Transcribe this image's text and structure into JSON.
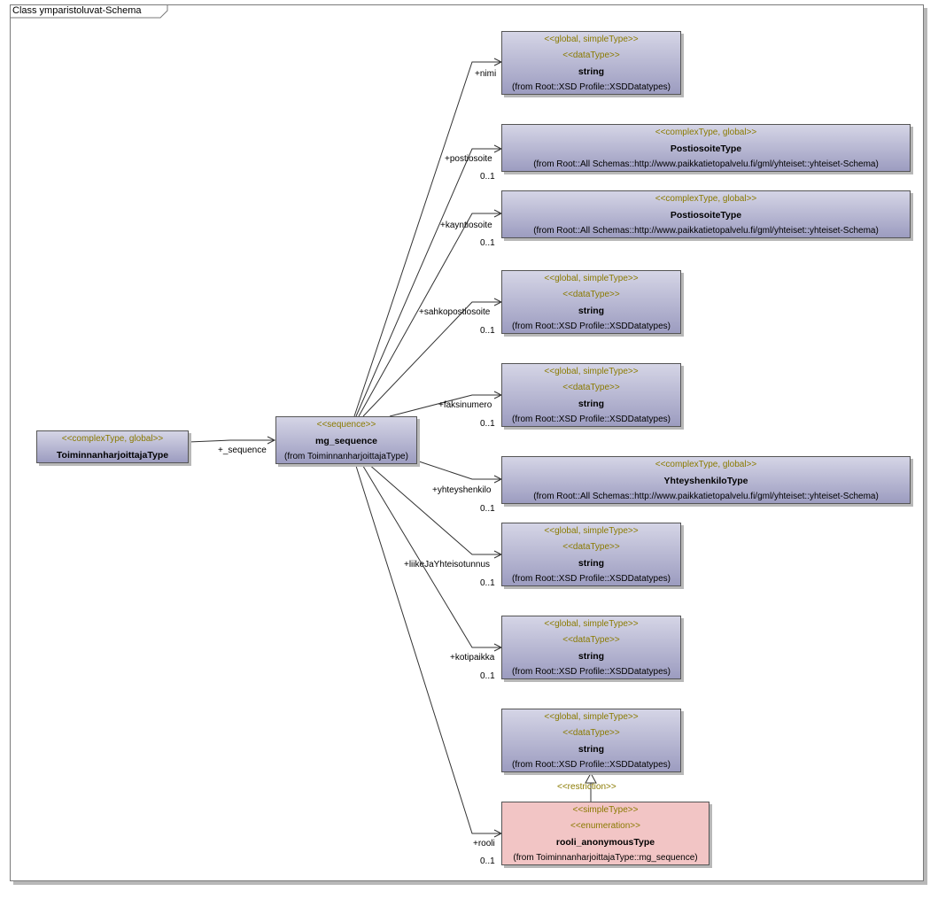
{
  "frame_title": "Class ymparistoluvat-Schema",
  "source": {
    "stereotype": "<<complexType, global>>",
    "name": "ToiminnanharjoittajaType"
  },
  "source_role": "+_sequence",
  "sequence": {
    "stereotype": "<<sequence>>",
    "name": "mg_sequence",
    "from": "(from ToiminnanharjoittajaType)"
  },
  "targets": [
    {
      "stereotypes": [
        "<<global, simpleType>>",
        "<<dataType>>"
      ],
      "name": "string",
      "from": "(from Root::XSD Profile::XSDDatatypes)",
      "role": "+nimi",
      "multiplicity": ""
    },
    {
      "stereotypes": [
        "<<complexType, global>>"
      ],
      "name": "PostiosoiteType",
      "from": "(from Root::All Schemas::http://www.paikkatietopalvelu.fi/gml/yhteiset::yhteiset-Schema)",
      "role": "+postiosoite",
      "multiplicity": "0..1"
    },
    {
      "stereotypes": [
        "<<complexType, global>>"
      ],
      "name": "PostiosoiteType",
      "from": "(from Root::All Schemas::http://www.paikkatietopalvelu.fi/gml/yhteiset::yhteiset-Schema)",
      "role": "+kayntiosoite",
      "multiplicity": "0..1"
    },
    {
      "stereotypes": [
        "<<global, simpleType>>",
        "<<dataType>>"
      ],
      "name": "string",
      "from": "(from Root::XSD Profile::XSDDatatypes)",
      "role": "+sahkopostiosoite",
      "multiplicity": "0..1"
    },
    {
      "stereotypes": [
        "<<global, simpleType>>",
        "<<dataType>>"
      ],
      "name": "string",
      "from": "(from Root::XSD Profile::XSDDatatypes)",
      "role": "+faksinumero",
      "multiplicity": "0..1"
    },
    {
      "stereotypes": [
        "<<complexType, global>>"
      ],
      "name": "YhteyshenkiloType",
      "from": "(from Root::All Schemas::http://www.paikkatietopalvelu.fi/gml/yhteiset::yhteiset-Schema)",
      "role": "+yhteyshenkilo",
      "multiplicity": "0..1"
    },
    {
      "stereotypes": [
        "<<global, simpleType>>",
        "<<dataType>>"
      ],
      "name": "string",
      "from": "(from Root::XSD Profile::XSDDatatypes)",
      "role": "+liikeJaYhteisotunnus",
      "multiplicity": "0..1"
    },
    {
      "stereotypes": [
        "<<global, simpleType>>",
        "<<dataType>>"
      ],
      "name": "string",
      "from": "(from Root::XSD Profile::XSDDatatypes)",
      "role": "+kotipaikka",
      "multiplicity": "0..1"
    },
    {
      "stereotypes": [
        "<<simpleType>>",
        "<<enumeration>>"
      ],
      "name": "rooli_anonymousType",
      "from": "(from ToiminnanharjoittajaType::mg_sequence)",
      "role": "+rooli",
      "multiplicity": "0..1"
    }
  ],
  "restriction_base": {
    "stereotypes": [
      "<<global, simpleType>>",
      "<<dataType>>"
    ],
    "name": "string",
    "from": "(from Root::XSD Profile::XSDDatatypes)"
  },
  "restriction_label": "<<restriction>>"
}
